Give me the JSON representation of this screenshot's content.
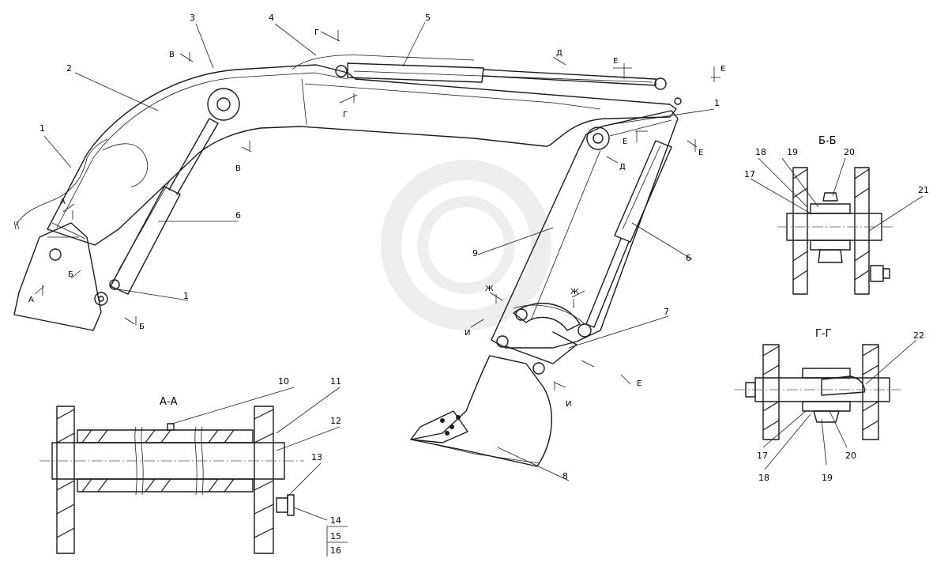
{
  "drawing": {
    "section_titles": {
      "aa": "А-А",
      "bb": "Б-Б",
      "gg": "Г-Г"
    },
    "callouts": {
      "n1a": "1",
      "n2": "2",
      "n3": "3",
      "n4": "4",
      "n5": "5",
      "n1b": "1",
      "n1c": "1",
      "n6a": "6",
      "n6b": "6",
      "n9": "9",
      "n7": "7",
      "n8": "8",
      "n10": "10",
      "n11": "11",
      "n12": "12",
      "n13": "13",
      "n14": "14",
      "n15": "15",
      "n16": "16",
      "n18a": "18",
      "n19a": "19",
      "n20a": "20",
      "n17a": "17",
      "n21": "21",
      "n22": "22",
      "n17b": "17",
      "n18b": "18",
      "n19b": "19",
      "n20b": "20"
    },
    "cut_marks": {
      "a1": "А",
      "a2": "А",
      "b1": "Б",
      "b2": "Б",
      "v1": "В",
      "v2": "В",
      "g1": "Г",
      "g2": "Г",
      "d1": "Д",
      "d2": "Д",
      "e1": "Е",
      "e2": "Е",
      "e3": "Е",
      "e4": "Е",
      "e5": "Е",
      "zh1": "Ж",
      "zh2": "Ж",
      "i1": "И",
      "i2": "И"
    }
  }
}
